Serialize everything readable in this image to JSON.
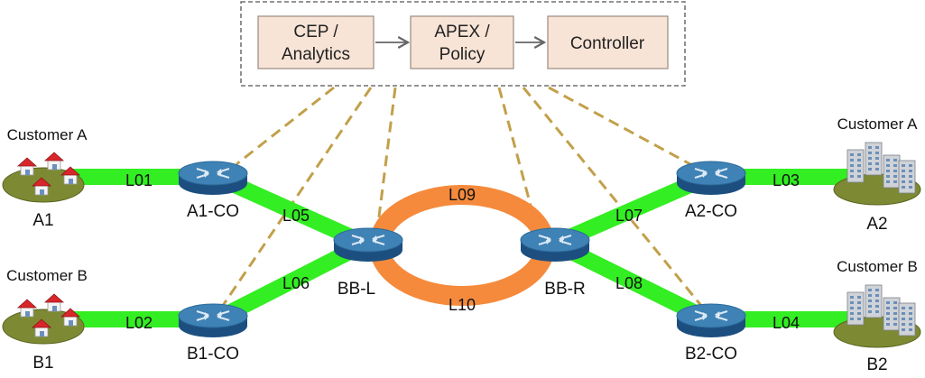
{
  "control": {
    "boxes": [
      {
        "id": "cep",
        "lines": [
          "CEP /",
          "Analytics"
        ]
      },
      {
        "id": "apex",
        "lines": [
          "APEX /",
          "Policy"
        ]
      },
      {
        "id": "controller",
        "lines": [
          "Controller"
        ]
      }
    ],
    "box_fill": "#f8e4d6"
  },
  "links": [
    {
      "id": "L01",
      "label": "L01"
    },
    {
      "id": "L02",
      "label": "L02"
    },
    {
      "id": "L03",
      "label": "L03"
    },
    {
      "id": "L04",
      "label": "L04"
    },
    {
      "id": "L05",
      "label": "L05"
    },
    {
      "id": "L06",
      "label": "L06"
    },
    {
      "id": "L07",
      "label": "L07"
    },
    {
      "id": "L08",
      "label": "L08"
    },
    {
      "id": "L09",
      "label": "L09"
    },
    {
      "id": "L10",
      "label": "L10"
    }
  ],
  "routers": [
    {
      "id": "A1-CO",
      "label": "A1-CO"
    },
    {
      "id": "B1-CO",
      "label": "B1-CO"
    },
    {
      "id": "BB-L",
      "label": "BB-L"
    },
    {
      "id": "BB-R",
      "label": "BB-R"
    },
    {
      "id": "A2-CO",
      "label": "A2-CO"
    },
    {
      "id": "B2-CO",
      "label": "B2-CO"
    }
  ],
  "sites": [
    {
      "id": "A1",
      "label": "A1",
      "customer": "Customer A",
      "kind": "houses"
    },
    {
      "id": "B1",
      "label": "B1",
      "customer": "Customer B",
      "kind": "houses"
    },
    {
      "id": "A2",
      "label": "A2",
      "customer": "Customer A",
      "kind": "buildings"
    },
    {
      "id": "B2",
      "label": "B2",
      "customer": "Customer B",
      "kind": "buildings"
    }
  ],
  "colors": {
    "access_link": "#33ee22",
    "ring": "#f58a3c",
    "control_dash": "#c2a04a",
    "router_top": "#3f82b5",
    "router_side": "#1c4f7f",
    "box_fill": "#f8e4d6"
  }
}
